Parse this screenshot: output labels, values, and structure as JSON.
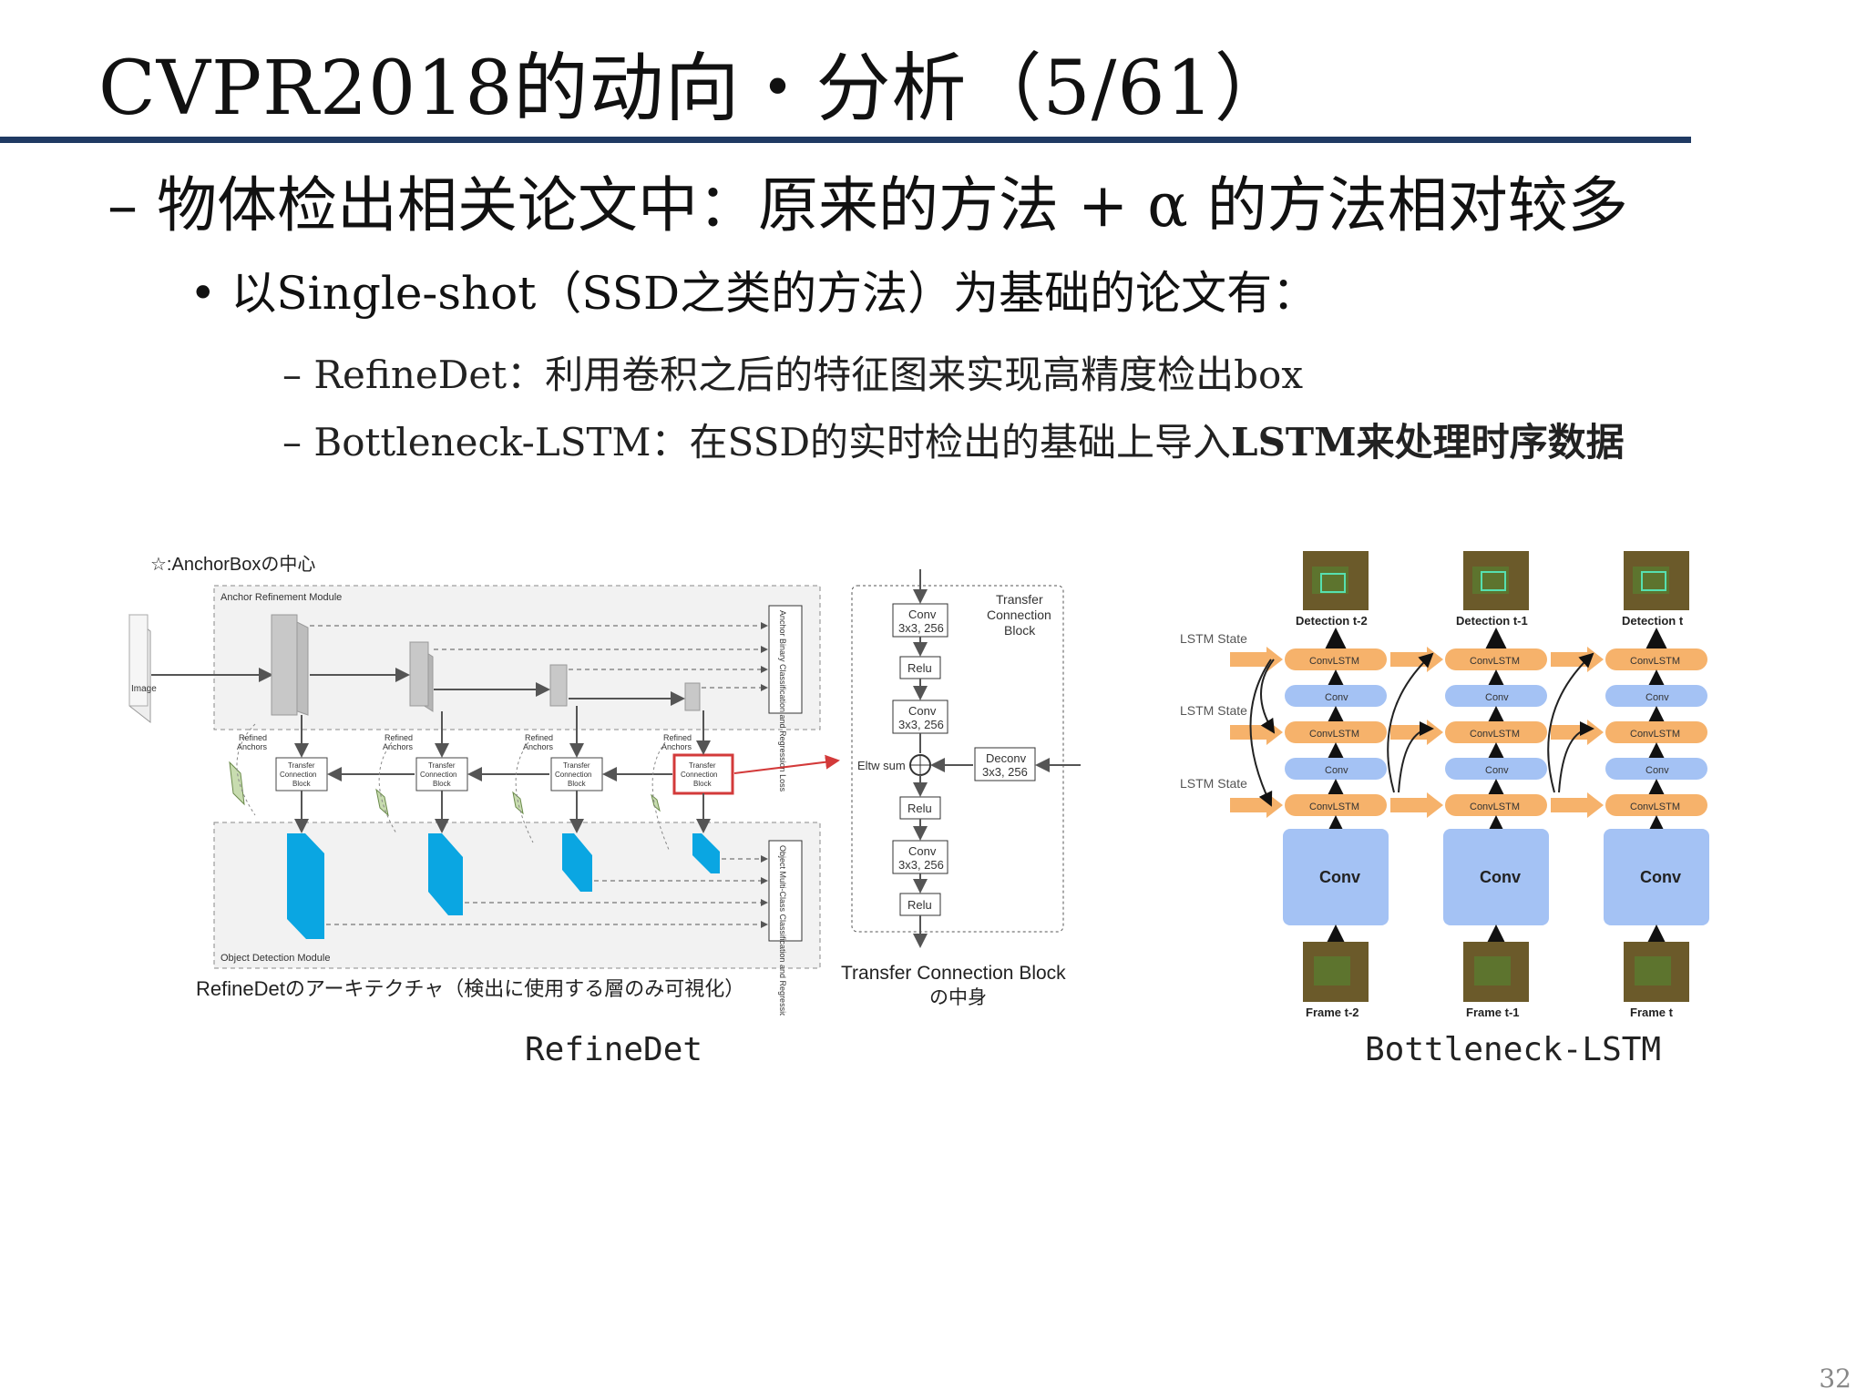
{
  "slide": {
    "title": "CVPR2018的动向・分析（5/61）",
    "bullet1": "– 物体检出相关论文中：原来的方法 + α 的方法相对较多",
    "bullet2": "• 以Single-shot（SSD之类的方法）为基础的论文有：",
    "bullet3a": "– RefineDet：利用卷积之后的特征图来实现高精度检出box",
    "bullet3b_regular": "– Bottleneck-LSTM：在SSD的实时检出的基础上导入",
    "bullet3b_bold": "LSTM来处理时序数据",
    "page_number": "32"
  },
  "refinedet": {
    "legend": "☆:AnchorBoxの中心",
    "arm_label": "Anchor Refinement Module",
    "odm_label": "Object Detection Module",
    "image_label": "Image",
    "refined_anchors": "Refined\nAnchors",
    "tcb_label": "Transfer\nConnection\nBlock",
    "arm_loss": "Anchor Binary Classification and Regression Loss",
    "odm_loss": "Object Multi-Class Classification and Regression Loss",
    "arch_caption": "RefineDetのアーキテクチャ（検出に使用する層のみ可視化）",
    "tcb_title": "Transfer\nConnection\nBlock",
    "conv1": "Conv\n3x3, 256",
    "relu": "Relu",
    "conv2": "Conv\n3x3, 256",
    "eltw": "Eltw sum",
    "deconv": "Deconv\n3x3, 256",
    "conv3": "Conv\n3x3, 256",
    "tcb_caption_1": "Transfer Connection Block",
    "tcb_caption_2": "の中身",
    "caption": "RefineDet"
  },
  "bottleneck": {
    "detections": [
      "Detection t-2",
      "Detection t-1",
      "Detection t"
    ],
    "frames": [
      "Frame t-2",
      "Frame t-1",
      "Frame t"
    ],
    "lstm_state": "LSTM State",
    "convlstm": "ConvLSTM",
    "conv_small": "Conv",
    "conv_big": "Conv",
    "caption": "Bottleneck-LSTM"
  },
  "colors": {
    "title_rule": "#1f3a63",
    "lstm_orange": "#f6b26b",
    "conv_blue": "#a4c2f4",
    "odm_cyan": "#0aa6e2",
    "highlight_red": "#d33a3a"
  }
}
